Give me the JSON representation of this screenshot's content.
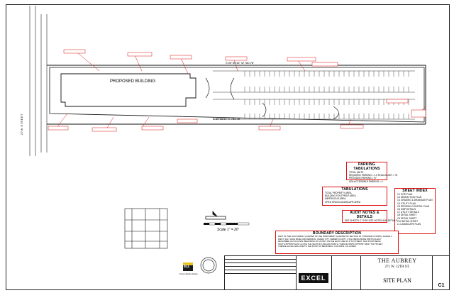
{
  "plan": {
    "proposed_building": "PROPOSED BUILDING",
    "street_left": "27th STREET",
    "scale": "Scale 1\" = 20'",
    "dim_top": "S 00°45'15\" W   780.78'",
    "dim_bottom": "S 89°55'59\" E  780.78'"
  },
  "parking_tabulations": {
    "title": "PARKING TABULATIONS",
    "lines": [
      "TOTAL UNITS",
      "REQUIRED PARKING = 1.5 STALLS/UNIT = 78",
      "PROVIDED PARKING = 97",
      "ADA ACCESSIBLE PARKING = 4"
    ]
  },
  "tabulations": {
    "title": "TABULATIONS",
    "lines": [
      "TOTAL PROPERTY AREA",
      "BUILDING FOOTPRINT AREA",
      "IMPERVIOUS AREA",
      "OPEN SPACE/LANDSCAPE AREA"
    ]
  },
  "sheet_index": {
    "title": "SHEET INDEX",
    "lines": [
      "C1  SITE PLAN",
      "C2  DEMOLITION PLAN",
      "C3  GRADING & DRAINAGE PLAN",
      "C4  UTILITY PLAN",
      "C5  EROSION CONTROL PLAN",
      "C6  SWP DETAILS",
      "C7  UTILITY DETAILS",
      "C8  DETAIL SHEET",
      "C9  DETAIL SHEET",
      "C10 DETAIL SHEET",
      "L1  LANDSCAPE PLAN"
    ]
  },
  "audit_notes": {
    "title": "AUDIT NOTES & DETAILS",
    "lines": [
      "SEE SHEETS C7 FOR SITE NOTES AND DETAILS"
    ]
  },
  "boundary": {
    "title": "BOUNDARY DESCRIPTION",
    "lines": [
      "PART OF THE SOUTHWEST QUARTER OF THE NORTHWEST QUARTER OF SECTION 25, TOWNSHIP 6 NORTH, RANGE 1",
      "WEST, SALT LAKE BASE AND MERIDIAN, OGDEN CITY, WEBER COUNTY, UTAH, BEING MORE PARTICULARLY",
      "DESCRIBED AS FOLLOWS: BEGINNING AT A POINT ON THE EAST LINE OF 27TH STREET, SAID POINT BEING",
      "SOUTH 89°55'59\" EAST ALONG THE SECTION LINE AND NORTH; THENCE NORTH 89°55'59\" WEST 780.78 FEET;",
      "THENCE ALONG SAID LINE TO THE POINT OF BEGINNING. CONTAINS 1.21 ACRES."
    ]
  },
  "title_block": {
    "project": "THE AUBREY",
    "address": "271 W. 12TH ST.",
    "sheet_title": "SITE PLAN",
    "firm": "EXCEL",
    "sheet_no": "C1"
  },
  "badges": {
    "call": "811",
    "call_sub": "Know what's below."
  },
  "colors": {
    "accent": "#d11111",
    "linework": "#111111"
  }
}
